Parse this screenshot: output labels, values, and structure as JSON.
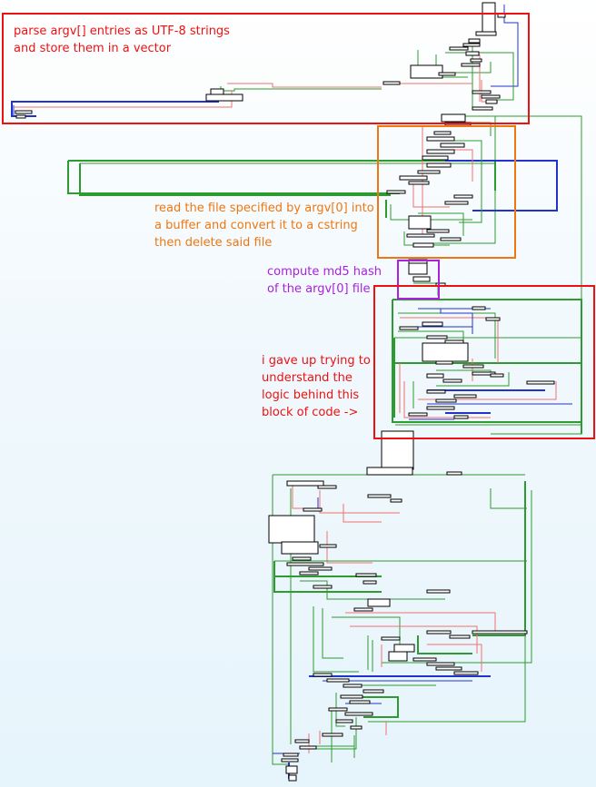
{
  "annotations": [
    {
      "id": "parse",
      "color": "#ee1111",
      "lines": [
        "parse argv[] entries as UTF-8 strings",
        "and store them in a vector"
      ]
    },
    {
      "id": "read",
      "color": "#ee7711",
      "lines": [
        "read the file specified by argv[0] into",
        "a buffer and convert it to a cstring",
        "then delete said file"
      ]
    },
    {
      "id": "md5",
      "color": "#aa22dd",
      "lines": [
        "compute md5 hash",
        "of the argv[0] file"
      ]
    },
    {
      "id": "gaveup",
      "color": "#ee1111",
      "lines": [
        "i gave up trying to",
        "understand the",
        "logic behind this",
        "block of code ->"
      ]
    }
  ],
  "colors": {
    "edge_true": "#2e9b2e",
    "edge_false": "#f07070",
    "edge_uncond": "#2233cc",
    "node_fill": "#ffffff",
    "node_border": "#000000"
  }
}
